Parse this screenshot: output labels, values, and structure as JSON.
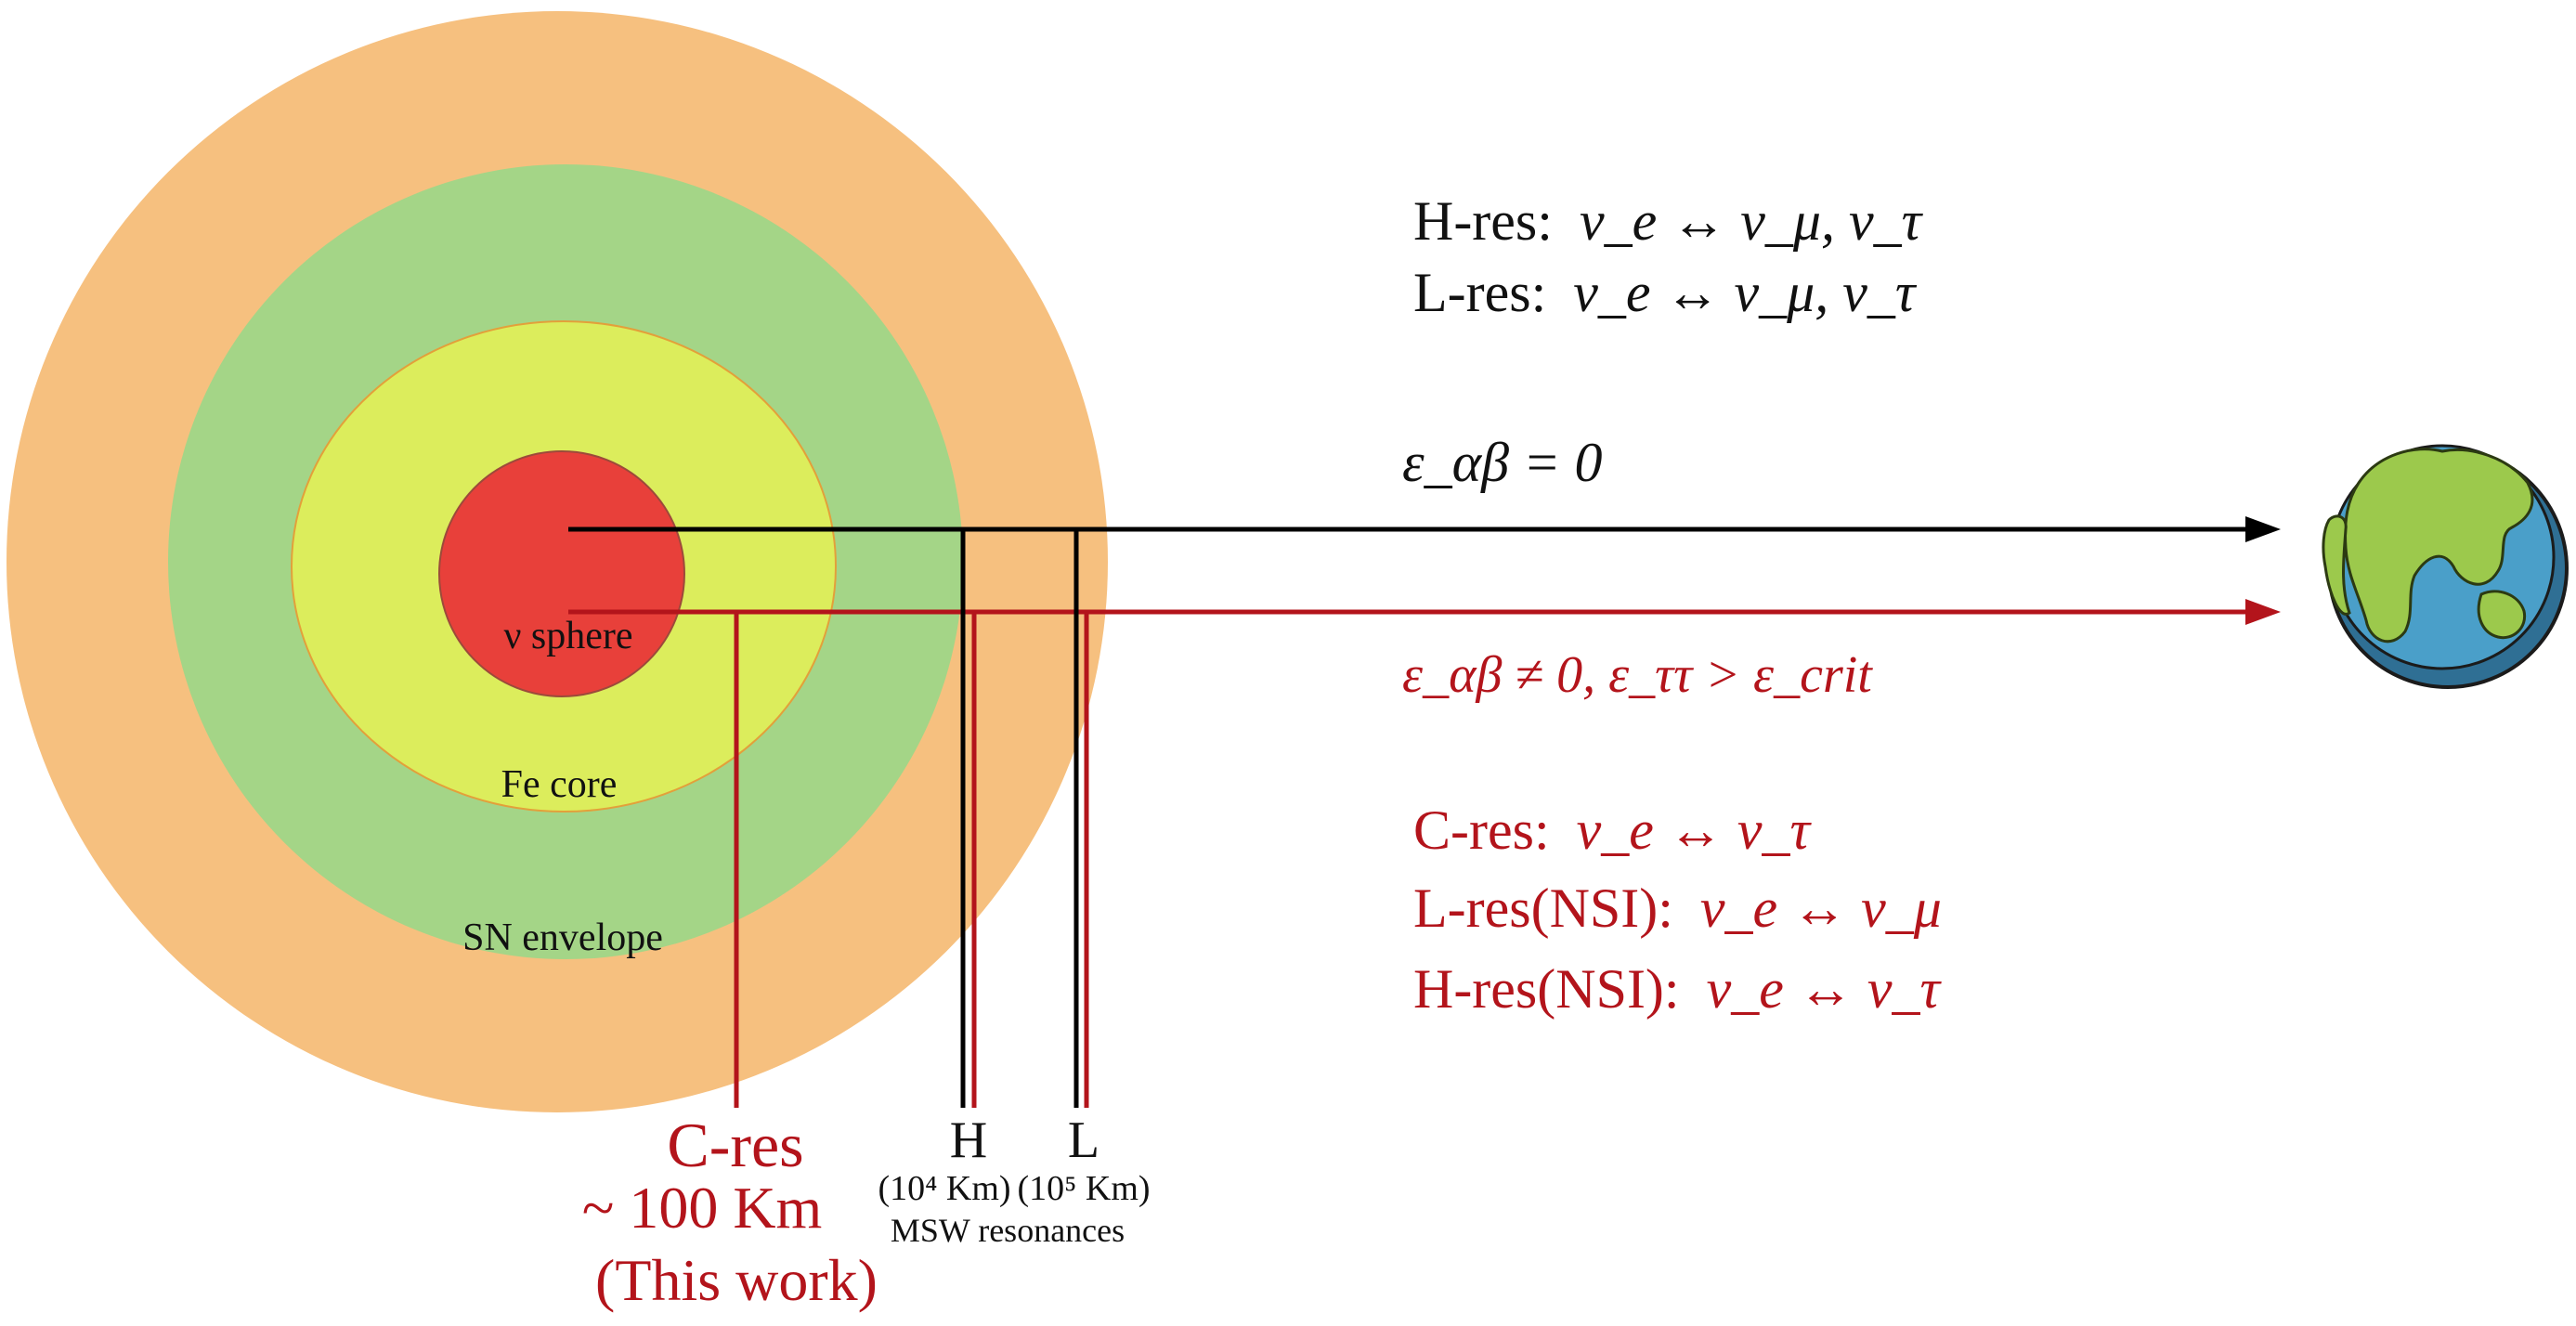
{
  "colors": {
    "envelope": "#f6c07f",
    "fe_core_ring": "#a4d587",
    "fe_core_inner": "#dced5c",
    "nu_sphere": "#e8403a",
    "standard_path": "#000000",
    "nsi_path": "#b3141b",
    "earth_ocean": "#4a9fc9",
    "earth_land": "#9cc94c"
  },
  "regions": {
    "nu_sphere": "ν sphere",
    "fe_core": "Fe core",
    "sn_envelope": "SN envelope"
  },
  "standard_case": {
    "h_res_prefix": "H-res:",
    "h_res_rel": "ν_e ↔ ν_μ, ν_τ",
    "l_res_prefix": "L-res:",
    "l_res_rel": "ν_e ↔ ν_μ, ν_τ",
    "condition": "ε_αβ = 0"
  },
  "nsi_case": {
    "condition": "ε_αβ ≠ 0, ε_ττ > ε_crit",
    "c_res_prefix": "C-res:",
    "c_res_rel": "ν_e ↔ ν_τ",
    "l_res_prefix": "L-res(NSI):",
    "l_res_rel": "ν_e ↔ ν_μ",
    "h_res_prefix": "H-res(NSI):",
    "h_res_rel": "ν_e ↔ ν_τ"
  },
  "markers": {
    "c_res": {
      "label": "C-res",
      "distance": "~ 100 Km",
      "note": "(This work)"
    },
    "h": {
      "label": "H",
      "distance": "(10⁴ Km)"
    },
    "l": {
      "label": "L",
      "distance": "(10⁵ Km)"
    },
    "msw_caption": "MSW resonances"
  },
  "icons": {
    "earth": "earth-globe-icon",
    "arrow": "arrowhead-icon"
  }
}
